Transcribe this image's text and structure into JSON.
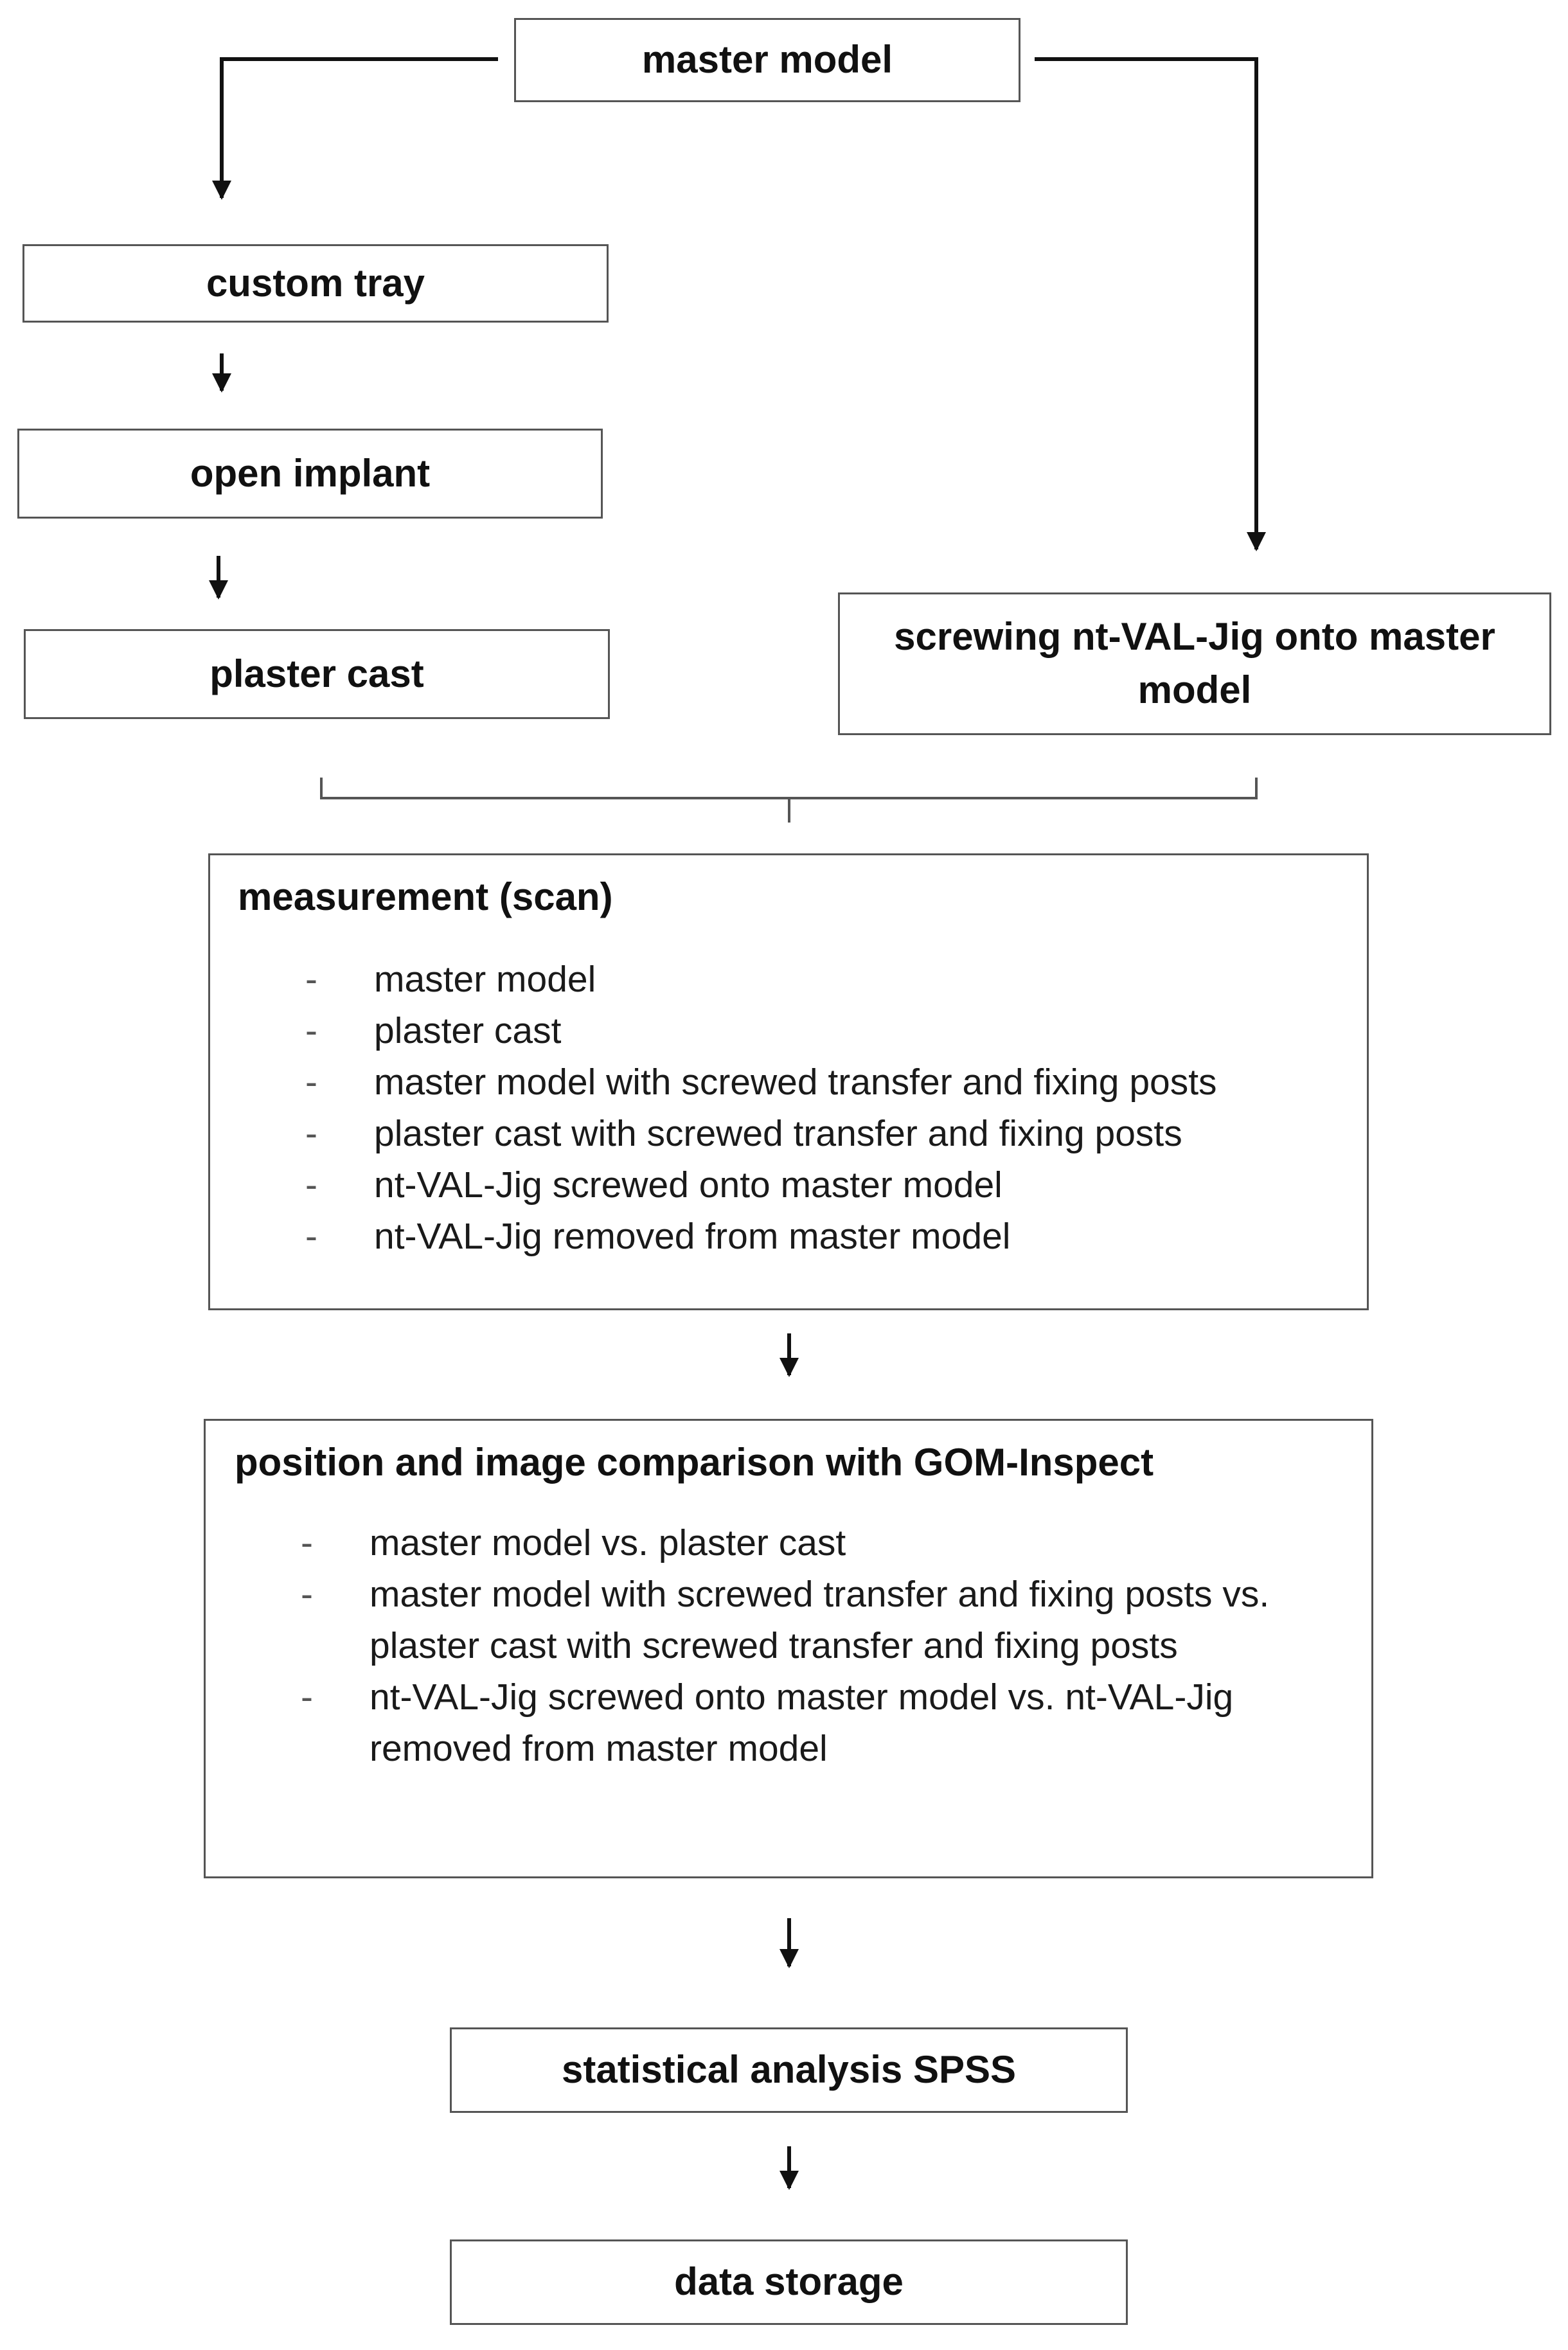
{
  "nodes": {
    "master_model": "master model",
    "custom_tray": "custom tray",
    "open_implant": "open implant",
    "plaster_cast": "plaster cast",
    "jig": "screwing nt-VAL-Jig onto master model",
    "measurement": {
      "title": "measurement (scan)",
      "items": [
        {
          "bullet": "-",
          "text": "master model"
        },
        {
          "bullet": "-",
          "text": "plaster cast"
        },
        {
          "bullet": "-",
          "text": "master model with screwed transfer and fixing posts"
        },
        {
          "bullet": "-",
          "text": "plaster cast with screwed transfer and fixing posts"
        },
        {
          "bullet": "-",
          "text": "nt-VAL-Jig screwed onto master model"
        },
        {
          "bullet": "-",
          "text": "nt-VAL-Jig removed from master model"
        }
      ]
    },
    "comparison": {
      "title": "position and image comparison with GOM-Inspect",
      "items": [
        {
          "bullet": "-",
          "text": "master model vs. plaster cast"
        },
        {
          "bullet": "-",
          "text": "master model with screwed transfer and fixing posts vs. plaster cast with screwed transfer and fixing posts"
        },
        {
          "bullet": "-",
          "text": "nt-VAL-Jig screwed onto master model vs. nt-VAL-Jig removed from master model"
        }
      ]
    },
    "statistics": "statistical analysis SPSS",
    "storage": "data storage"
  }
}
